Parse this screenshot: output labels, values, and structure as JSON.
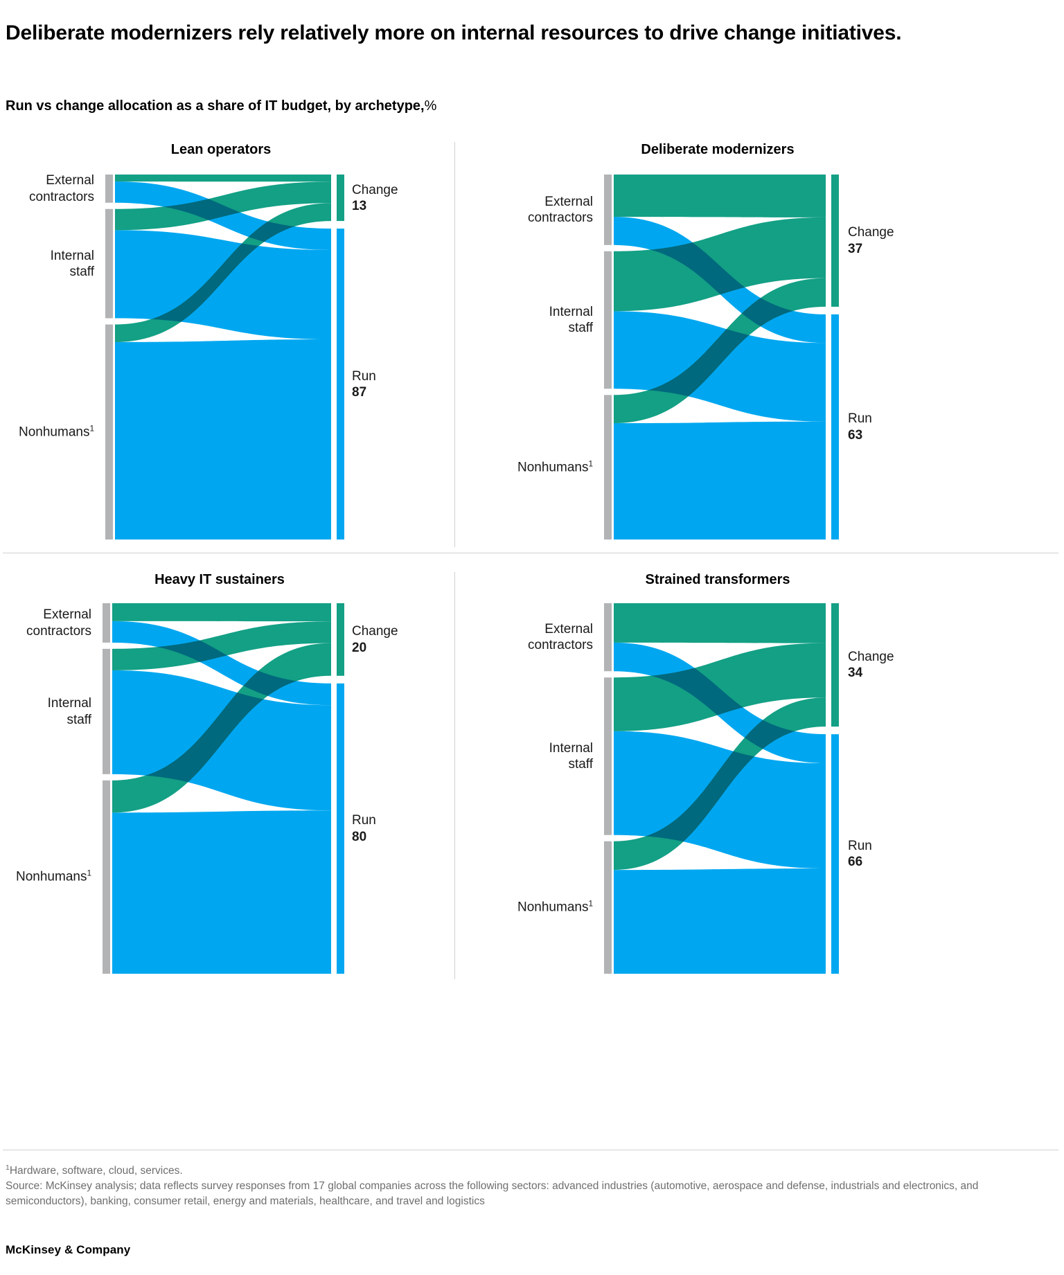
{
  "headline": "Deliberate modernizers rely relatively more on internal resources to drive change initiatives.",
  "subtitle_main": "Run vs change allocation as a share of IT budget, by archetype,",
  "subtitle_unit": "%",
  "footnote_1": "Hardware, software, cloud, services.",
  "source": "Source: McKinsey analysis; data reflects survey responses from 17 global companies across the following sectors: advanced industries (automotive, aerospace and defense, industrials and electronics, and semiconductors), banking, consumer retail, energy and materials, healthcare, and travel and logistics",
  "brand": "McKinsey & Company",
  "colors": {
    "change_green": "#13a085",
    "run_blue": "#00a7f0",
    "overlap_teal": "#06718f",
    "node_gray": "#b1b3b5",
    "rule": "#d0d0d0",
    "text": "#000000",
    "muted_text": "#6e6e6e"
  },
  "labels": {
    "external_contractors_line1": "External",
    "external_contractors_line2": "contractors",
    "internal_staff_line1": "Internal",
    "internal_staff_line2": "staff",
    "nonhumans": "Nonhumans",
    "nonhumans_sup": "1",
    "change": "Change",
    "run": "Run"
  },
  "chart_data": {
    "type": "sankey",
    "title": "Run vs change allocation as a share of IT budget, by archetype, %",
    "units": "%",
    "source_nodes": [
      "External contractors",
      "Internal staff",
      "Nonhumans"
    ],
    "target_nodes": [
      "Change",
      "Run"
    ],
    "legend": [
      {
        "name": "Change",
        "color": "#13a085"
      },
      {
        "name": "Run",
        "color": "#00a7f0"
      }
    ],
    "panels": [
      {
        "title": "Lean operators",
        "totals": {
          "Change": 13,
          "Run": 87
        },
        "sources": [
          {
            "name": "External contractors",
            "total": 8,
            "to_change": 2,
            "to_run": 6
          },
          {
            "name": "Internal staff",
            "total": 31,
            "to_change": 6,
            "to_run": 25
          },
          {
            "name": "Nonhumans",
            "total": 61,
            "to_change": 5,
            "to_run": 56
          }
        ],
        "labels": {
          "change_value": "13",
          "run_value": "87"
        }
      },
      {
        "title": "Deliberate modernizers",
        "totals": {
          "Change": 37,
          "Run": 63
        },
        "sources": [
          {
            "name": "External contractors",
            "total": 20,
            "to_change": 12,
            "to_run": 8
          },
          {
            "name": "Internal staff",
            "total": 39,
            "to_change": 17,
            "to_run": 22
          },
          {
            "name": "Nonhumans",
            "total": 41,
            "to_change": 8,
            "to_run": 33
          }
        ],
        "labels": {
          "change_value": "37",
          "run_value": "63"
        }
      },
      {
        "title": "Heavy IT sustainers",
        "totals": {
          "Change": 20,
          "Run": 80
        },
        "sources": [
          {
            "name": "External contractors",
            "total": 11,
            "to_change": 5,
            "to_run": 6
          },
          {
            "name": "Internal staff",
            "total": 35,
            "to_change": 6,
            "to_run": 29
          },
          {
            "name": "Nonhumans",
            "total": 54,
            "to_change": 9,
            "to_run": 45
          }
        ],
        "labels": {
          "change_value": "20",
          "run_value": "80"
        }
      },
      {
        "title": "Strained transformers",
        "totals": {
          "Change": 34,
          "Run": 66
        },
        "sources": [
          {
            "name": "External contractors",
            "total": 19,
            "to_change": 11,
            "to_run": 8
          },
          {
            "name": "Internal staff",
            "total": 44,
            "to_change": 15,
            "to_run": 29
          },
          {
            "name": "Nonhumans",
            "total": 37,
            "to_change": 8,
            "to_run": 29
          }
        ],
        "labels": {
          "change_value": "34",
          "run_value": "66"
        }
      }
    ]
  }
}
